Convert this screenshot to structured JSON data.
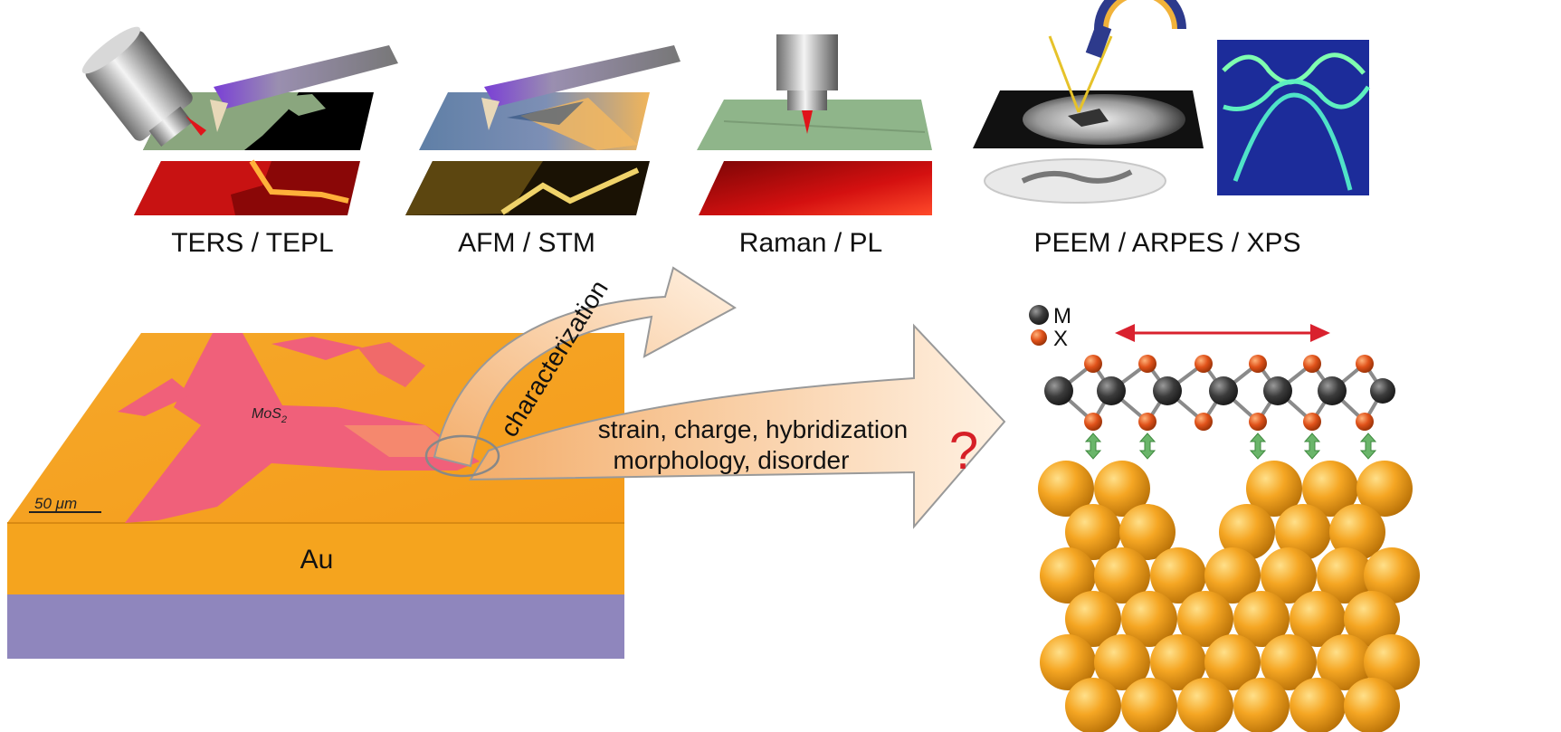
{
  "techniques": [
    {
      "label": "TERS / TEPL"
    },
    {
      "label": "AFM / STM"
    },
    {
      "label": "Raman / PL"
    },
    {
      "label": "PEEM / ARPES / XPS"
    }
  ],
  "sample": {
    "flake_label": "MoS",
    "flake_subscript": "2",
    "scale_bar_label": "50 μm",
    "substrate_label": "Au"
  },
  "arrows": {
    "upper_label": "characterization",
    "lower_line1": "strain, charge, hybridization",
    "lower_line2": "morphology, disorder",
    "question_mark": "?"
  },
  "legend": {
    "metal_label": "M",
    "chalcogen_label": "X"
  },
  "colors": {
    "gold": "#f5a623",
    "mos2_pink": "#f0607a",
    "substrate_purple": "#8f86bd",
    "arrow_fill": "#f6c89a",
    "red_arrow": "#d9212e",
    "green_arrow": "#5aa55a",
    "atom_dark": "#3c3c3c",
    "atom_orange": "#e0521a"
  }
}
